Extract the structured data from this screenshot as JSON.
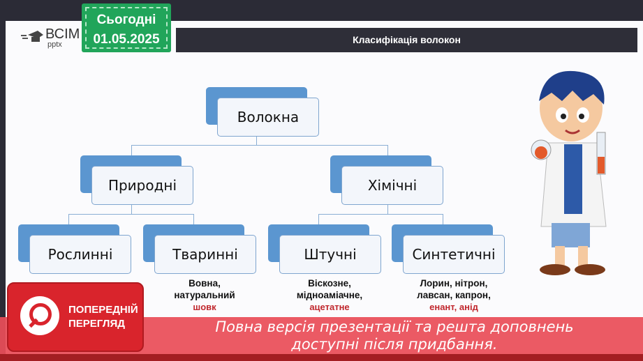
{
  "header": {
    "logo_main": "ВСІМ",
    "logo_sub": "pptx",
    "today_label": "Сьогодні",
    "date": "01.05.2025",
    "title": "Класифікація волокон"
  },
  "diagram": {
    "root": "Волокна",
    "level1": [
      "Природні",
      "Хімічні"
    ],
    "level2": [
      "Рослинні",
      "Тваринні",
      "Штучні",
      "Синтетичні"
    ],
    "descriptions": [
      {
        "lines": [
          "Вовна,",
          "натуральний"
        ],
        "red": "шовк"
      },
      {
        "lines": [
          "Віскозне,",
          "мідноаміачне,"
        ],
        "red": "ацетатне"
      },
      {
        "lines": [
          "Лорин, нітрон,",
          "лавсан, капрон,"
        ],
        "red": "енант, анід"
      }
    ]
  },
  "preview": {
    "label_line1": "ПОПЕРЕДНІЙ",
    "label_line2": "ПЕРЕГЛЯД",
    "message_line1": "Повна версія презентації та решта доповнень",
    "message_line2": "доступні після придбання."
  },
  "colors": {
    "accent_green": "#21a55a",
    "node_blue": "#5b96d0",
    "banner_red": "#e94e58",
    "dark": "#2e2e38"
  }
}
